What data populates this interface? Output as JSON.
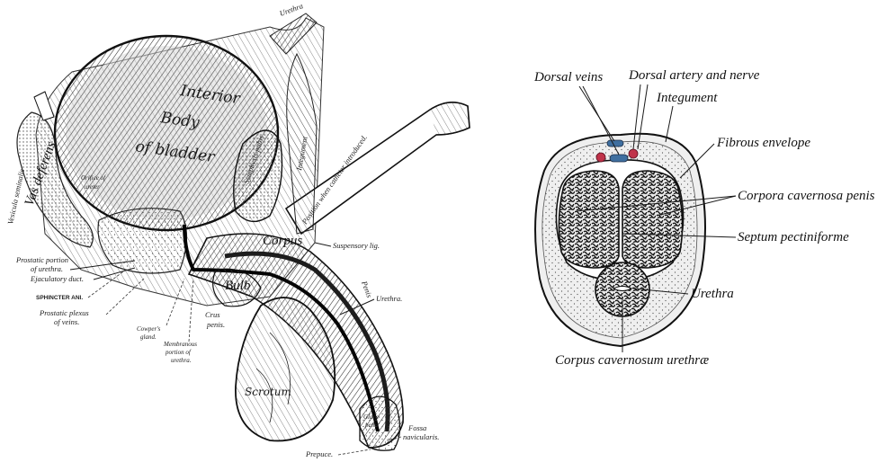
{
  "left_figure": {
    "labels": {
      "urethra_top": "Urethra",
      "bladder_line1": "Interior",
      "bladder_line2": "Body",
      "bladder_line3": "of bladder",
      "vesicula": "Vesicula seminalis",
      "vas": "Vas deferens",
      "orifice_line1": "Orifice of",
      "orifice_line2": "ureter",
      "symphysis": "Symphysis pubis",
      "integument": "Integument",
      "catheter": "Position when catheter introduced.",
      "suspensory": "Suspensory lig.",
      "prostatic_portion_1": "Prostatic portion",
      "prostatic_portion_2": "of urethra.",
      "ejaculatory": "Ejaculatory duct.",
      "sphincter": "SPHINCTER ANI.",
      "plexus_1": "Prostatic plexus",
      "plexus_2": "of veins.",
      "coopers_1": "Cowper's",
      "coopers_2": "gland.",
      "membranous_1": "Membranous",
      "membranous_2": "portion of",
      "membranous_3": "urethra.",
      "crus_1": "Crus",
      "crus_2": "penis.",
      "bulb": "Bulb",
      "corpus": "Corpus",
      "penis": "Penis",
      "urethra_mid": "Urethra.",
      "scrotum": "Scrotum",
      "glans_1": "Glans",
      "glans_2": "penis",
      "fossa_1": "Fossa",
      "fossa_2": "navicularis.",
      "prepuce": "Prepuce."
    }
  },
  "right_figure": {
    "labels": {
      "dorsal_veins": "Dorsal veins",
      "dorsal_artery": "Dorsal artery and nerve",
      "integument": "Integument",
      "fibrous": "Fibrous envelope",
      "corpora": "Corpora cavernosa penis",
      "septum": "Septum pectiniforme",
      "urethra": "Urethra",
      "corpus_urethrae": "Corpus cavernosum urethræ"
    },
    "colors": {
      "vein": "#3f6fa0",
      "artery": "#c0334a"
    }
  }
}
